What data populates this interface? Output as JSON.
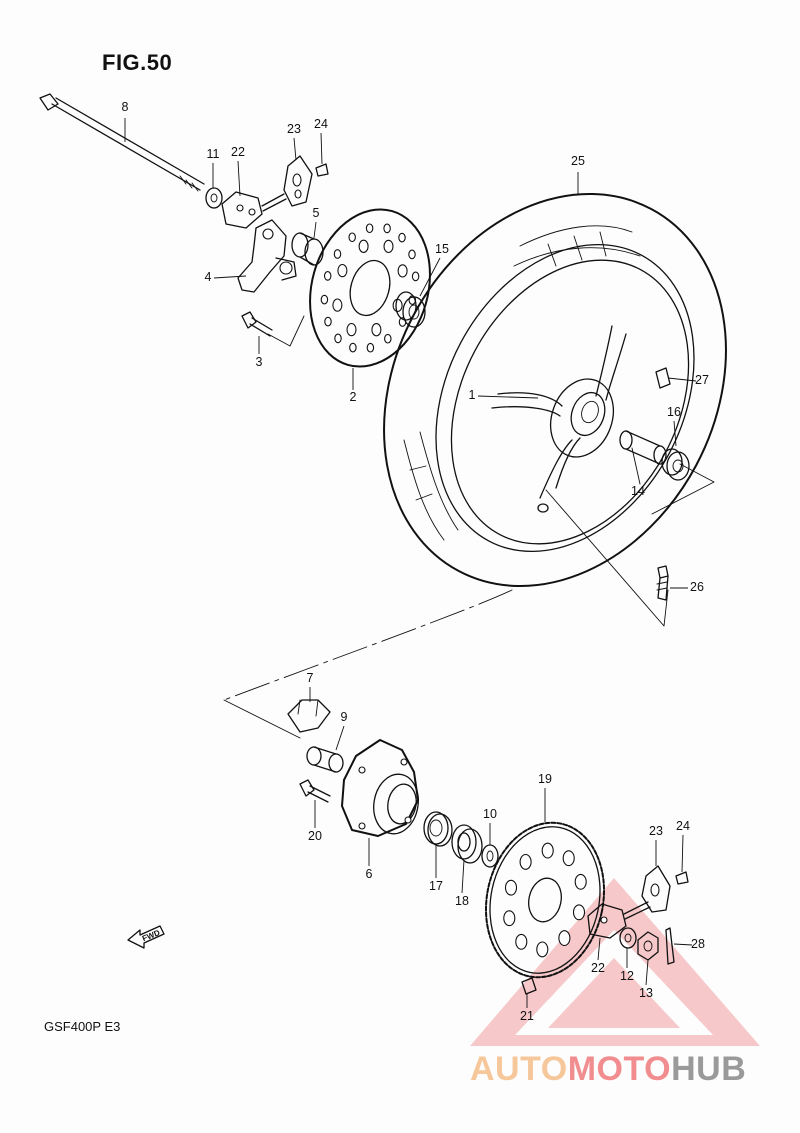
{
  "figure": {
    "title": "FIG.50",
    "model_code": "GSF400P  E3"
  },
  "fwd_label": "FWD",
  "callouts": [
    {
      "id": "c8",
      "number": "8"
    },
    {
      "id": "c11",
      "number": "11"
    },
    {
      "id": "c22a",
      "number": "22"
    },
    {
      "id": "c23a",
      "number": "23"
    },
    {
      "id": "c24a",
      "number": "24"
    },
    {
      "id": "c5",
      "number": "5"
    },
    {
      "id": "c4",
      "number": "4"
    },
    {
      "id": "c3",
      "number": "3"
    },
    {
      "id": "c2",
      "number": "2"
    },
    {
      "id": "c15",
      "number": "15"
    },
    {
      "id": "c25",
      "number": "25"
    },
    {
      "id": "c1",
      "number": "1"
    },
    {
      "id": "c27",
      "number": "27"
    },
    {
      "id": "c16",
      "number": "16"
    },
    {
      "id": "c14",
      "number": "14"
    },
    {
      "id": "c26",
      "number": "26"
    },
    {
      "id": "c7",
      "number": "7"
    },
    {
      "id": "c9",
      "number": "9"
    },
    {
      "id": "c20",
      "number": "20"
    },
    {
      "id": "c6",
      "number": "6"
    },
    {
      "id": "c17",
      "number": "17"
    },
    {
      "id": "c18",
      "number": "18"
    },
    {
      "id": "c10",
      "number": "10"
    },
    {
      "id": "c19",
      "number": "19"
    },
    {
      "id": "c23b",
      "number": "23"
    },
    {
      "id": "c24b",
      "number": "24"
    },
    {
      "id": "c28",
      "number": "28"
    },
    {
      "id": "c22b",
      "number": "22"
    },
    {
      "id": "c12",
      "number": "12"
    },
    {
      "id": "c13",
      "number": "13"
    },
    {
      "id": "c21",
      "number": "21"
    }
  ],
  "watermark": {
    "part1": "AUTO",
    "part2": "MOTO",
    "part3": "HUB"
  },
  "colors": {
    "line": "#111111",
    "wm_orange": "#f6c79a",
    "wm_red": "#f18d8f",
    "wm_gray": "#9a9a9a"
  }
}
